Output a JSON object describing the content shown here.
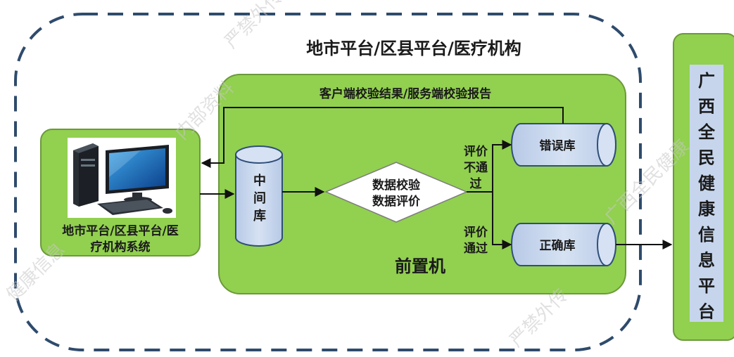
{
  "outer_region_title": "地市平台/区县平台/医疗机构",
  "feedback_label": "客户端校验结果/服务端校验报告",
  "hospital_system": {
    "line1": "地市平台/区县平台/医",
    "line2": "疗机构系统",
    "computer_icon": "desktop-computer-icon"
  },
  "middle_db": {
    "chars": [
      "中",
      "间",
      "库"
    ]
  },
  "validation": {
    "line1": "数据校验",
    "line2": "数据评价"
  },
  "fail_label": {
    "lines": [
      "评价",
      "不通",
      "过"
    ]
  },
  "pass_label": {
    "lines": [
      "评价",
      "通过"
    ]
  },
  "error_db": "错误库",
  "correct_db": "正确库",
  "front_machine": "前置机",
  "platform": {
    "chars": [
      "广",
      "西",
      "全",
      "民",
      "健",
      "康",
      "信",
      "息",
      "平",
      "台"
    ]
  },
  "colors": {
    "green_fill": "#92D050",
    "green_border": "#6B9A3A",
    "db_fill": "#C6D5EC",
    "db_border": "#2F4E7A",
    "dashed_border": "#2E4B6C",
    "platform_inner": "#C6D5EC"
  }
}
